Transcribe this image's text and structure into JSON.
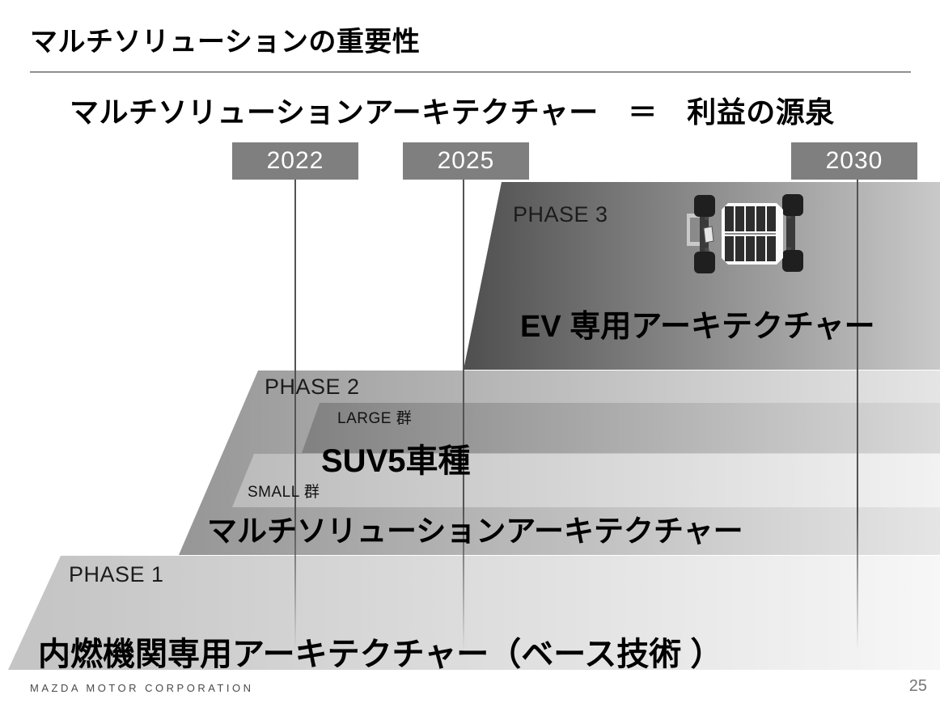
{
  "slide": {
    "title": "マルチソリューションの重要性",
    "subtitle": "マルチソリューションアーキテクチャー　＝　利益の源泉",
    "footer": "MAZDA MOTOR CORPORATION",
    "page_number": "25"
  },
  "timeline": {
    "years": [
      {
        "label": "2022"
      },
      {
        "label": "2025"
      },
      {
        "label": "2030"
      }
    ]
  },
  "phases": [
    {
      "name": "PHASE 3",
      "title": "EV 専用アーキテクチャー",
      "icon": "ev-platform-icon"
    },
    {
      "name": "PHASE 2",
      "sub_bands": [
        {
          "group": "LARGE 群",
          "title": "SUV5車種"
        },
        {
          "group": "SMALL 群",
          "title": "マルチソリューションアーキテクチャー"
        }
      ]
    },
    {
      "name": "PHASE 1",
      "title": "内燃機関専用アーキテクチャー（ベース技術 ）"
    }
  ],
  "colors": {
    "year_badge_gray": "#7f7f7f",
    "year_line_gray": "#52525a",
    "phase3_dark": "#4e4e4e",
    "phase2_mid": "#969696",
    "band_light": "#f2f2f2",
    "text_black": "#000000"
  }
}
